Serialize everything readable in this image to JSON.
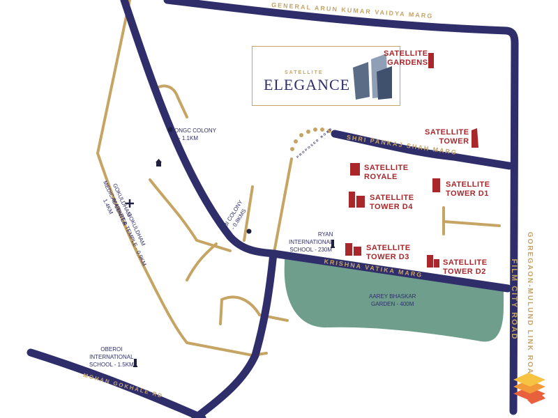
{
  "roads": {
    "general_arun": "GENERAL ARUN KUMAR VAIDYA MARG",
    "shri_pankaj": "SHRI PANKAJ SHAH MARG",
    "krishna_vatika": "KRISHNA VATIKA MARG",
    "film_city": "FILM CITY ROAD",
    "goregaon_mulund": "GOREGAON-MULUND LINK ROAD",
    "mohan_gokhale": "MOHAN GOKHALE RD",
    "proposed": "PROPOSED ROAD"
  },
  "logo": {
    "top": "SATELLITE",
    "main": "ELEGANCE"
  },
  "buildings": {
    "gardens": [
      "SATELLITE",
      "GARDENS"
    ],
    "tower": [
      "SATELLITE",
      "TOWER"
    ],
    "royale": [
      "SATELLITE",
      "ROYALE"
    ],
    "tower_d1": [
      "SATELLITE",
      "TOWER D1"
    ],
    "tower_d4": [
      "SATELLITE",
      "TOWER D4"
    ],
    "tower_d3": [
      "SATELLITE",
      "TOWER D3"
    ],
    "tower_d2": [
      "SATELLITE",
      "TOWER D2"
    ]
  },
  "landmarks": {
    "ongc": [
      "ONGC COLONY",
      "- 1.1KM"
    ],
    "gokuldham_market": [
      "GOKULDHAM",
      "MARKET & TEMPLE - 0.9KM"
    ],
    "gokuldham_medical": [
      "GOKULDHAM",
      "MEDICAL CENTER",
      "1.4KM"
    ],
    "rbi": [
      "RBI COLONY",
      "- 0.8KMS"
    ],
    "ryan": [
      "RYAN",
      "INTERNATIONAL",
      "SCHOOL - 230M"
    ],
    "oberoi": [
      "OBEROI",
      "INTERNATIONAL",
      "SCHOOL - 1.5KM"
    ],
    "aarey": [
      "AAREY BHASKAR",
      "GARDEN - 400M"
    ]
  },
  "colors": {
    "road": "#2f2e6b",
    "minor_road": "#c5a464",
    "building": "#a9262a",
    "garden": "#6f9f8c",
    "logo_layers": [
      "#f6c343",
      "#f29a3a",
      "#e8603c"
    ]
  }
}
